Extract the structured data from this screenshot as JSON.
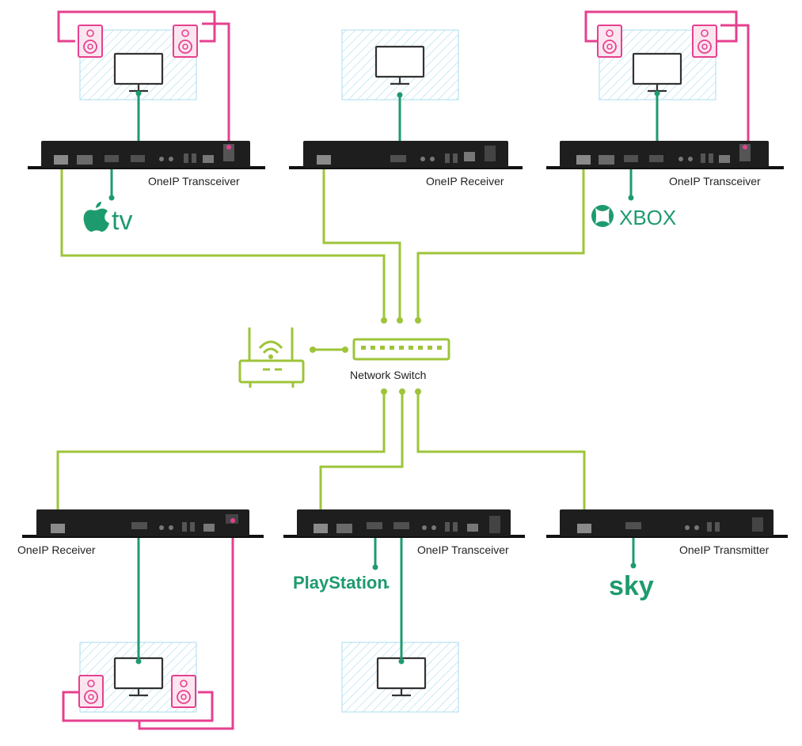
{
  "colors": {
    "lime": "#9ec43a",
    "green": "#1e9b6e",
    "pink": "#e6408f",
    "device": "#1e1e1e",
    "hatch": "#a9dcef"
  },
  "labels": {
    "transceiver_top_left": "OneIP Transceiver",
    "receiver_top": "OneIP Receiver",
    "transceiver_top_right": "OneIP Transceiver",
    "network_switch": "Network Switch",
    "receiver_bottom_left": "OneIP Receiver",
    "transceiver_bottom": "OneIP Transceiver",
    "transmitter_bottom_right": "OneIP Transmitter"
  },
  "sources": {
    "apple_tv": "tv",
    "xbox": "XBOX",
    "playstation": "PlayStation",
    "sky": "sky"
  }
}
